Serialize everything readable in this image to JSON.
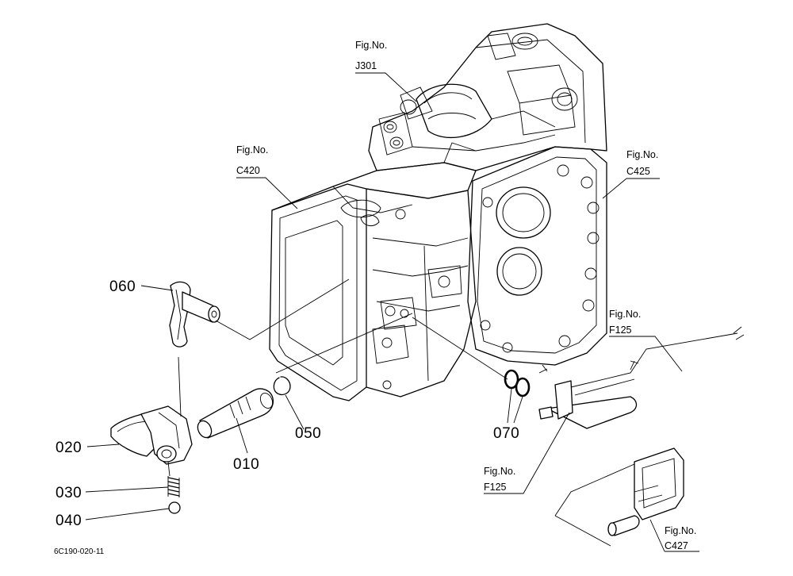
{
  "drawing_code": "6C190-020-11",
  "parts": [
    {
      "number": "060"
    },
    {
      "number": "020"
    },
    {
      "number": "030"
    },
    {
      "number": "040"
    },
    {
      "number": "010"
    },
    {
      "number": "050"
    },
    {
      "number": "070"
    }
  ],
  "figure_refs": [
    {
      "title": "Fig.No.",
      "code": "J301"
    },
    {
      "title": "Fig.No.",
      "code": "C420"
    },
    {
      "title": "Fig.No.",
      "code": "C425"
    },
    {
      "title": "Fig.No.",
      "code": "F125"
    },
    {
      "title": "Fig.No.",
      "code": "F125"
    },
    {
      "title": "Fig.No.",
      "code": "C427"
    }
  ]
}
